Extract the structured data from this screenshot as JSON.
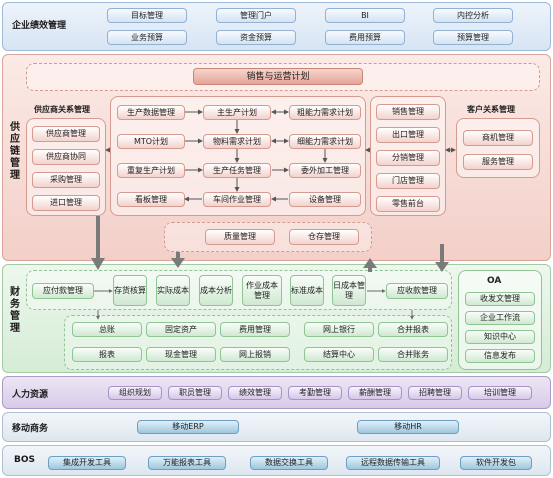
{
  "perf": {
    "title": "企业绩效管理",
    "items": [
      "目标管理",
      "管理门户",
      "BI",
      "内控分析",
      "业务预算",
      "资金预算",
      "费用预算",
      "预算管理"
    ]
  },
  "chain": {
    "title": "供应链管理",
    "top": "销售与运营计划",
    "supplier": {
      "title": "供应商关系管理",
      "items": [
        "供应商管理",
        "供应商协同",
        "采购管理",
        "进口管理"
      ]
    },
    "production": [
      "生产数据管理",
      "主生产计划",
      "粗能力需求计划",
      "MTO计划",
      "物料需求计划",
      "细能力需求计划",
      "重复生产计划",
      "生产任务管理",
      "委外加工管理",
      "看板管理",
      "车间作业管理",
      "设备管理"
    ],
    "sales": [
      "销售管理",
      "出口管理",
      "分销管理",
      "门店管理",
      "零售前台"
    ],
    "customer": {
      "title": "客户关系管理",
      "items": [
        "商机管理",
        "服务管理"
      ]
    },
    "bottom": [
      "质量管理",
      "仓存管理"
    ]
  },
  "finance": {
    "title": "财务管理",
    "payable": "应付款管理",
    "receivable": "应收款管理",
    "cost": [
      "存货核算",
      "实际成本",
      "成本分析",
      "作业成本管理",
      "标准成本",
      "日成本管理"
    ],
    "gl": [
      "总账",
      "固定资产",
      "费用管理",
      "网上银行",
      "合并报表",
      "报表",
      "现金管理",
      "网上报销",
      "结算中心",
      "合并账务"
    ],
    "oa": {
      "title": "OA",
      "items": [
        "收发文管理",
        "企业工作流",
        "知识中心",
        "信息发布"
      ]
    }
  },
  "hr": {
    "title": "人力资源",
    "items": [
      "组织规划",
      "职员管理",
      "绩效管理",
      "考勤管理",
      "薪酬管理",
      "招聘管理",
      "培训管理"
    ]
  },
  "mobile": {
    "title": "移动商务",
    "items": [
      "移动ERP",
      "移动HR"
    ]
  },
  "bos": {
    "title": "BOS",
    "items": [
      "集成开发工具",
      "万能报表工具",
      "数据交换工具",
      "远程数据传输工具",
      "软件开发包"
    ]
  }
}
